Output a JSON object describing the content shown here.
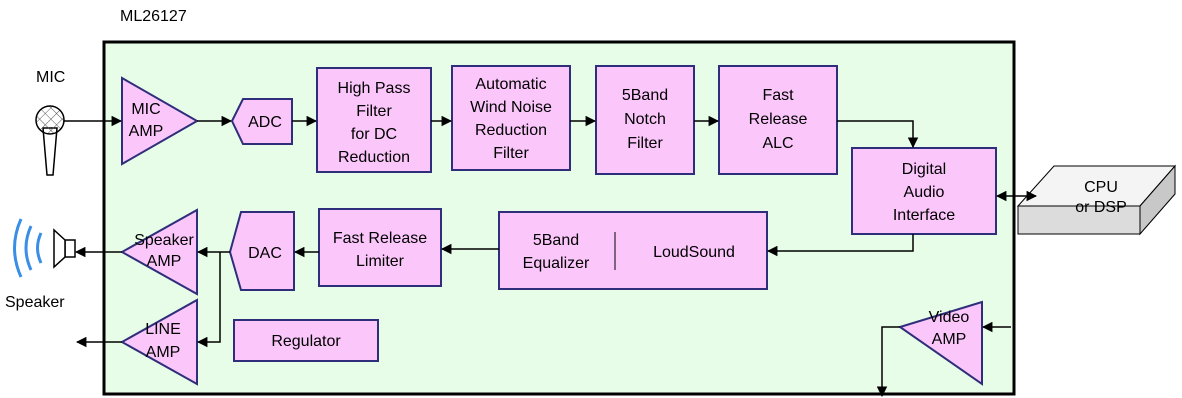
{
  "chip": {
    "name": "ML26127"
  },
  "external": {
    "mic_label": "MIC",
    "speaker_label": "Speaker",
    "host_lines": [
      "CPU",
      "or DSP"
    ]
  },
  "blocks": {
    "mic_amp": [
      "MIC",
      "AMP"
    ],
    "adc": [
      "ADC"
    ],
    "hpf": [
      "High Pass",
      "Filter",
      "for DC",
      "Reduction"
    ],
    "wind_noise": [
      "Automatic",
      "Wind Noise",
      "Reduction",
      "Filter"
    ],
    "notch": [
      "5Band",
      "Notch",
      "Filter"
    ],
    "alc": [
      "Fast",
      "Release",
      "ALC"
    ],
    "dai": [
      "Digital",
      "Audio",
      "Interface"
    ],
    "equalizer": [
      "5Band",
      "Equalizer"
    ],
    "loudsound": [
      "LoudSound"
    ],
    "limiter": [
      "Fast Release",
      "Limiter"
    ],
    "dac": [
      "DAC"
    ],
    "speaker_amp": [
      "Speaker",
      "AMP"
    ],
    "line_amp": [
      "LINE",
      "AMP"
    ],
    "regulator": [
      "Regulator"
    ],
    "video_amp": [
      "Video",
      "AMP"
    ]
  },
  "colors": {
    "chip_fill": "#e8fde8",
    "block_fill": "#fbc7fb",
    "block_border": "#2e2e7a",
    "speaker_waves": "#3a8ee6",
    "host_box": "#e6e6e6"
  }
}
